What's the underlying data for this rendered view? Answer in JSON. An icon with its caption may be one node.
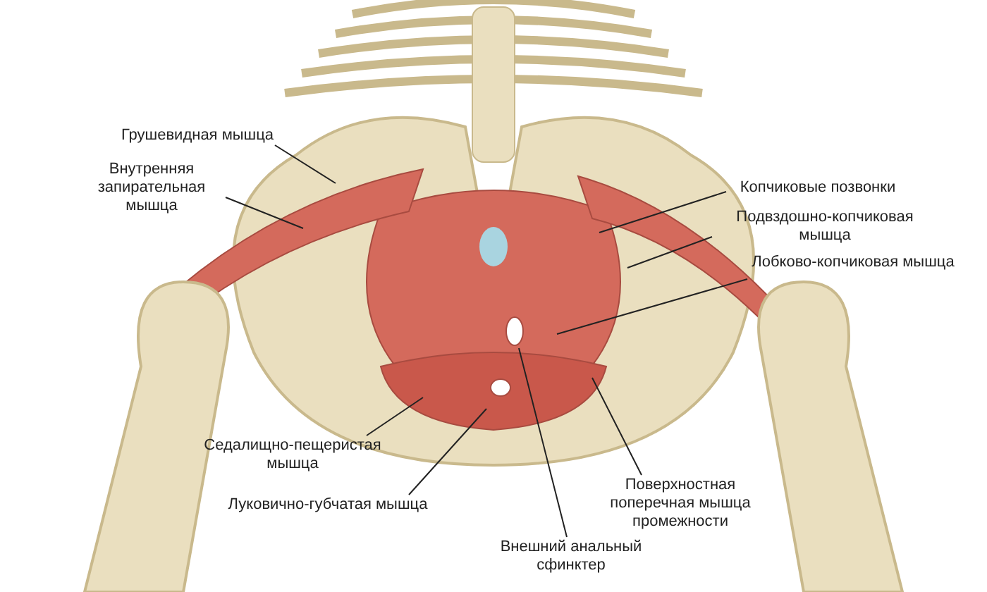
{
  "diagram": {
    "nodes": [
      {
        "text": [
          "Грушевидная мышца"
        ]
      },
      {
        "text": [
          "Внутренняя запирательная мышца"
        ]
      },
      {
        "text": [
          "Копчиковые позвонки"
        ]
      },
      {
        "text": [
          "Подвздошно-копчиковая мышца"
        ]
      },
      {
        "text": [
          "Лобково-копчиковая мышца"
        ]
      },
      {
        "text": [
          "Седалищно-пещеристая мышца"
        ]
      },
      {
        "text": [
          "Луковично-губчатая мышца"
        ]
      },
      {
        "text": [
          "Внешний анальный сфинктер"
        ]
      },
      {
        "text": [
          "Поверхностная поперечная мышца промежности"
        ]
      }
    ],
    "edges": [
      {
        "from": 0,
        "to": null,
        "arrow": "none"
      },
      {
        "from": 1,
        "to": null,
        "arrow": "none"
      },
      {
        "from": 2,
        "to": null,
        "arrow": "none"
      },
      {
        "from": 3,
        "to": null,
        "arrow": "none"
      },
      {
        "from": 4,
        "to": null,
        "arrow": "none"
      },
      {
        "from": 5,
        "to": null,
        "arrow": "none"
      },
      {
        "from": 6,
        "to": null,
        "arrow": "none"
      },
      {
        "from": 7,
        "to": null,
        "arrow": "none"
      },
      {
        "from": 8,
        "to": null,
        "arrow": "none"
      }
    ]
  }
}
